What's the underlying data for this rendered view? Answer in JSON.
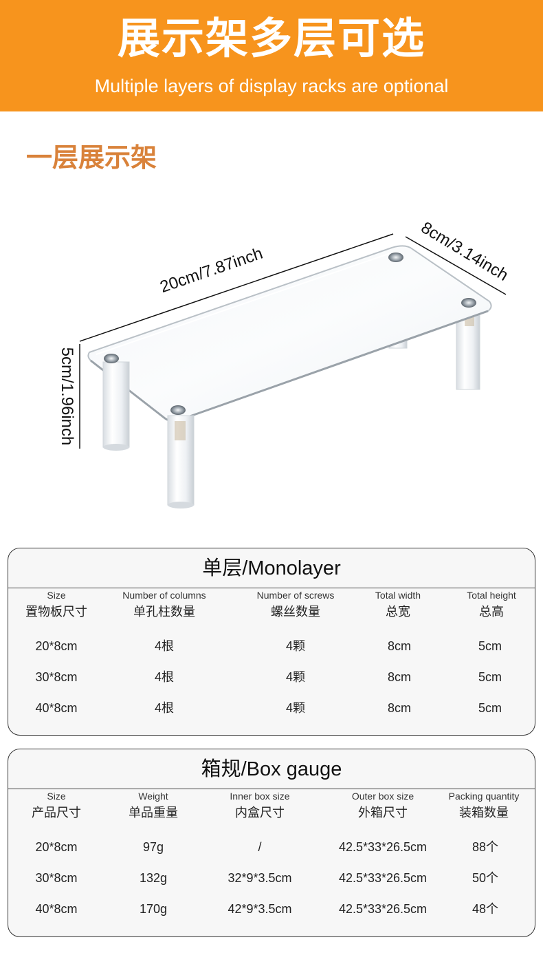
{
  "banner": {
    "title": "展示架多层可选",
    "subtitle": "Multiple layers of display racks are optional"
  },
  "section": {
    "title": "一层展示架"
  },
  "product": {
    "width_label": "20cm/7.87inch",
    "depth_label": "8cm/3.14inch",
    "height_label": "5cm/1.96inch"
  },
  "table1": {
    "title": "单层/Monolayer",
    "headers_en": [
      "Size",
      "Number of columns",
      "Number of screws",
      "Total width",
      "Total height"
    ],
    "headers_zh": [
      "置物板尺寸",
      "单孔柱数量",
      "螺丝数量",
      "总宽",
      "总高"
    ],
    "rows": [
      [
        "20*8cm",
        "4根",
        "4颗",
        "8cm",
        "5cm"
      ],
      [
        "30*8cm",
        "4根",
        "4颗",
        "8cm",
        "5cm"
      ],
      [
        "40*8cm",
        "4根",
        "4颗",
        "8cm",
        "5cm"
      ]
    ]
  },
  "table2": {
    "title": "箱规/Box gauge",
    "headers_en": [
      "Size",
      "Weight",
      "Inner box size",
      "Outer box size",
      "Packing quantity"
    ],
    "headers_zh": [
      "产品尺寸",
      "单品重量",
      "内盒尺寸",
      "外箱尺寸",
      "装箱数量"
    ],
    "rows": [
      [
        "20*8cm",
        "97g",
        "/",
        "42.5*33*26.5cm",
        "88个"
      ],
      [
        "30*8cm",
        "132g",
        "32*9*3.5cm",
        "42.5*33*26.5cm",
        "50个"
      ],
      [
        "40*8cm",
        "170g",
        "42*9*3.5cm",
        "42.5*33*26.5cm",
        "48个"
      ]
    ]
  },
  "colors": {
    "banner": "#f7941d",
    "section_title": "#d9823a"
  }
}
